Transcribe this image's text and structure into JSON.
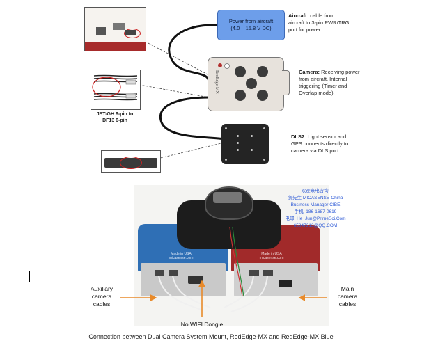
{
  "power_box": {
    "line1": "Power from aircraft",
    "line2": "(4.0 – 15.8 V DC)"
  },
  "notes": {
    "aircraft_title": "Aircraft:",
    "aircraft_text": "cable from aircraft to 3-pin PWR/TRG port for power.",
    "camera_title": "Camera:",
    "camera_text": "Receiving power from aircraft. Internal triggering (Timer and Overlap mode).",
    "dls_title": "DLS2:",
    "dls_text": "Light sensor and GPS connects directly to camera via DLS port."
  },
  "camera_brand": "RedEdge-MX",
  "cable_label": {
    "line1": "JST-GH 6-pin to",
    "line2": "DF13 6-pin"
  },
  "photo": {
    "chinese_lines": [
      "欢迎来电咨询!",
      "贺先生 MICASENSE-China",
      "Business Manager CIBE",
      "手机: 186-1687-0619",
      "电邮: He_Jun@PrimeSci.Com",
      "65847213@QQ.COM"
    ],
    "left_stamp": {
      "line1": "Made in USA",
      "line2": "micasense.com"
    },
    "right_stamp": {
      "line1": "Made in USA",
      "line2": "micasense.com"
    }
  },
  "labels": {
    "aux_line1": "Auxiliary",
    "aux_line2": "camera",
    "aux_line3": "cables",
    "main_line1": "Main",
    "main_line2": "camera",
    "main_line3": "cables",
    "wifi": "No WIFI Dongle"
  },
  "caption": "Connection between Dual Camera System Mount, RedEdge-MX and RedEdge-MX Blue",
  "colors": {
    "power_box": "#6d9eea",
    "camera_body": "#e7e2dc",
    "camera_red": "#b3302f",
    "camera_blue": "#2f6fb5",
    "arrow_orange": "#e88a2a"
  }
}
